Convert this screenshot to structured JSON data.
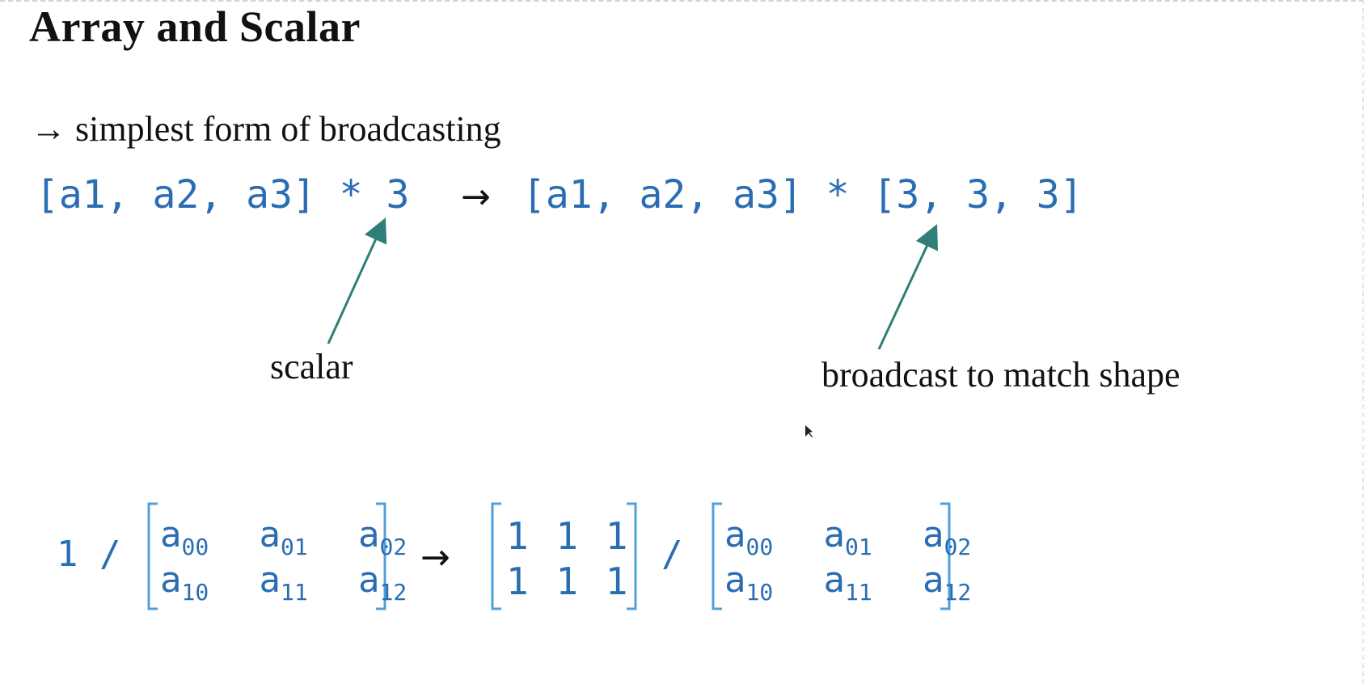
{
  "title": "Array and Scalar",
  "subtitle": "simplest form of broadcasting",
  "arrow_glyph": "→",
  "example1": {
    "left": "[a1, a2, a3] * 3",
    "right": "[a1, a2, a3] * [3, 3, 3]"
  },
  "annotations": {
    "scalar": "scalar",
    "broadcast": "broadcast to match shape"
  },
  "example2": {
    "numerator": "1 /",
    "divide": "/",
    "matrix_a": [
      [
        {
          "base": "a",
          "sub": "00"
        },
        {
          "base": "a",
          "sub": "01"
        },
        {
          "base": "a",
          "sub": "02"
        }
      ],
      [
        {
          "base": "a",
          "sub": "10"
        },
        {
          "base": "a",
          "sub": "11"
        },
        {
          "base": "a",
          "sub": "12"
        }
      ]
    ],
    "ones_rows": [
      "1 1 1",
      "1 1 1"
    ]
  },
  "colors": {
    "code": "#2a6db3",
    "bracket": "#4ea0dc",
    "pointer": "#2f7f78"
  }
}
